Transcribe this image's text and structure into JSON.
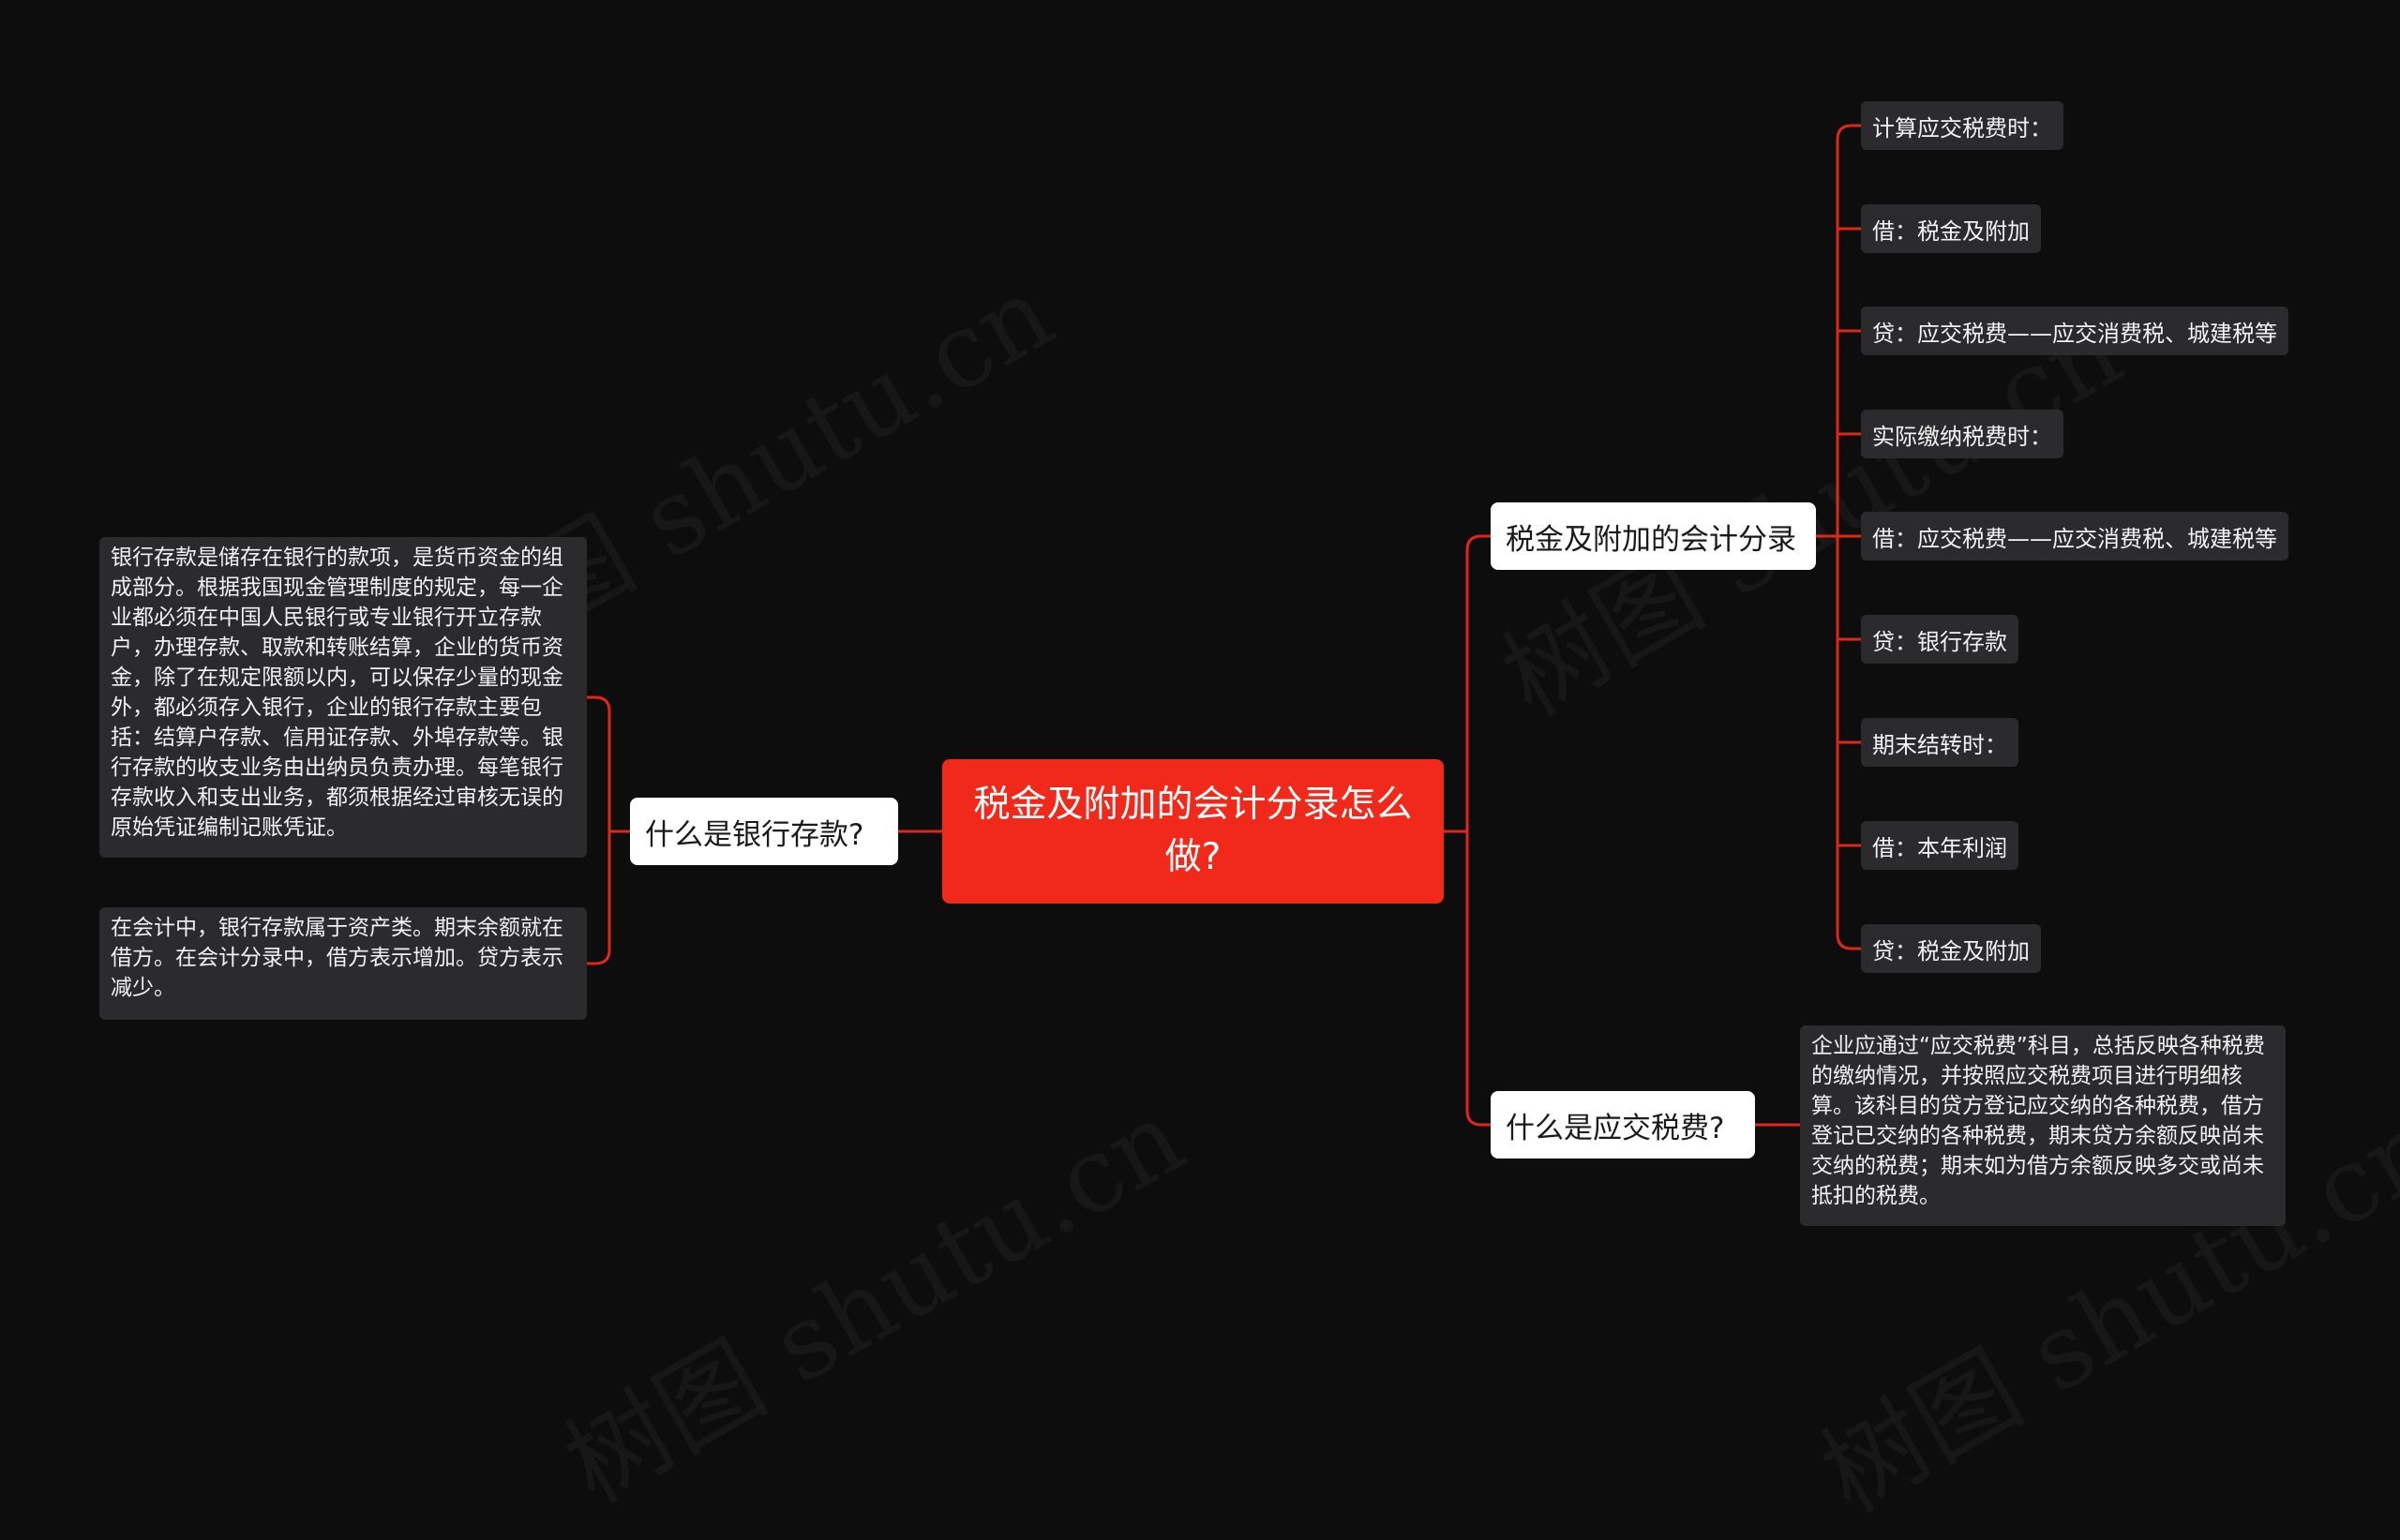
{
  "watermark": {
    "text": "树图 shutu.cn"
  },
  "root": {
    "label": "税金及附加的会计分录怎么做?"
  },
  "right_branches": [
    {
      "label": "税金及附加的会计分录",
      "children": [
        "计算应交税费时：",
        "借：税金及附加",
        "贷：应交税费——应交消费税、城建税等",
        "实际缴纳税费时：",
        "借：应交税费——应交消费税、城建税等",
        "贷：银行存款",
        "期末结转时：",
        "借：本年利润",
        "贷：税金及附加"
      ]
    },
    {
      "label": "什么是应交税费?",
      "children": [
        "企业应通过“应交税费”科目，总括反映各种税费的缴纳情况，并按照应交税费项目进行明细核算。该科目的贷方登记应交纳的各种税费，借方登记已交纳的各种税费，期末贷方余额反映尚未交纳的税费；期末如为借方余额反映多交或尚未抵扣的税费。"
      ]
    }
  ],
  "left_branches": [
    {
      "label": "什么是银行存款?",
      "children": [
        "银行存款是储存在银行的款项，是货币资金的组成部分。根据我国现金管理制度的规定，每一企业都必须在中国人民银行或专业银行开立存款户，办理存款、取款和转账结算，企业的货币资金，除了在规定限额以内，可以保存少量的现金外，都必须存入银行，企业的银行存款主要包括：结算户存款、信用证存款、外埠存款等。银行存款的收支业务由出纳员负责办理。每笔银行存款收入和支出业务，都须根据经过审核无误的原始凭证编制记账凭证。",
        "在会计中，银行存款属于资产类。期末余额就在借方。在会计分录中，借方表示增加。贷方表示减少。"
      ]
    }
  ],
  "colors": {
    "background": "#0d0d0e",
    "root": "#f0291a",
    "connector": "#e0261a",
    "branch": "#ffffff",
    "leaf": "#2b2b2d"
  }
}
